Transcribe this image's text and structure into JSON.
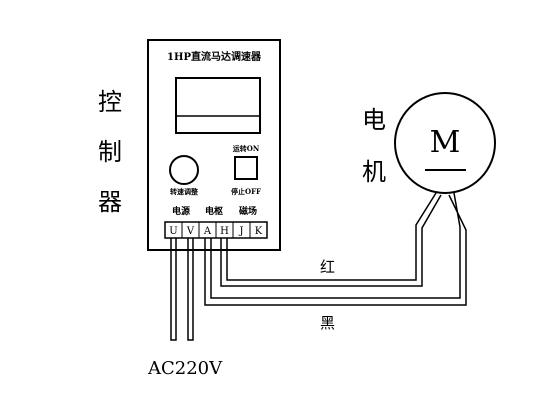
{
  "controller": {
    "side_label_chars": [
      "控",
      "制",
      "器"
    ],
    "title": "1HP直流马达调速器",
    "knob_label": "转速调整",
    "switch_on_label": "运转ON",
    "switch_off_label": "停止OFF",
    "group_power": "电源",
    "group_armature": "电枢",
    "group_field": "磁场",
    "terminals": [
      "U",
      "V",
      "A",
      "H",
      "J",
      "K"
    ]
  },
  "motor": {
    "side_label_chars": [
      "电",
      "机"
    ],
    "symbol": "M"
  },
  "wires": {
    "red_label": "红",
    "black_label": "黑"
  },
  "power_supply": {
    "label": "AC220V"
  }
}
